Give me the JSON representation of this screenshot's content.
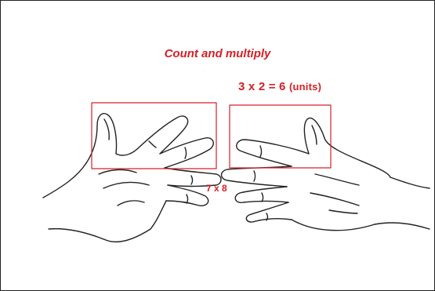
{
  "title": "Count and multiply",
  "equation": {
    "text": "3  x  2  =  6",
    "units": "(units)"
  },
  "multiplication_label": "7 x 8",
  "colors": {
    "accent": "#d62027",
    "outline": "#222222",
    "background": "#ffffff"
  }
}
